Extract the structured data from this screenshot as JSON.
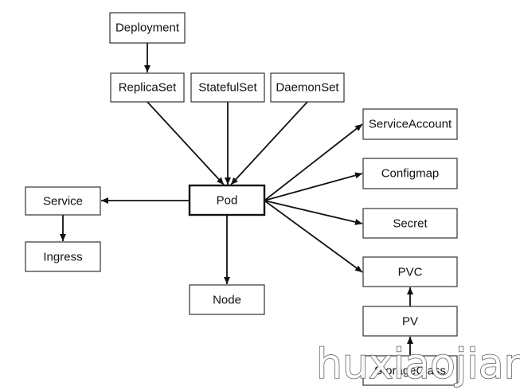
{
  "nodes": {
    "deployment": "Deployment",
    "replicaset": "ReplicaSet",
    "statefulset": "StatefulSet",
    "daemonset": "DaemonSet",
    "pod": "Pod",
    "service": "Service",
    "ingress": "Ingress",
    "node": "Node",
    "serviceaccount": "ServiceAccount",
    "configmap": "Configmap",
    "secret": "Secret",
    "pvc": "PVC",
    "pv": "PV",
    "storageclass": "StorageClass"
  },
  "edges": [
    [
      "deployment",
      "replicaset"
    ],
    [
      "replicaset",
      "pod"
    ],
    [
      "statefulset",
      "pod"
    ],
    [
      "daemonset",
      "pod"
    ],
    [
      "pod",
      "service"
    ],
    [
      "service",
      "ingress"
    ],
    [
      "pod",
      "node"
    ],
    [
      "pod",
      "serviceaccount"
    ],
    [
      "pod",
      "configmap"
    ],
    [
      "pod",
      "secret"
    ],
    [
      "pod",
      "pvc"
    ],
    [
      "pv",
      "pvc"
    ],
    [
      "storageclass",
      "pv"
    ]
  ],
  "watermark": "huxiaojian"
}
